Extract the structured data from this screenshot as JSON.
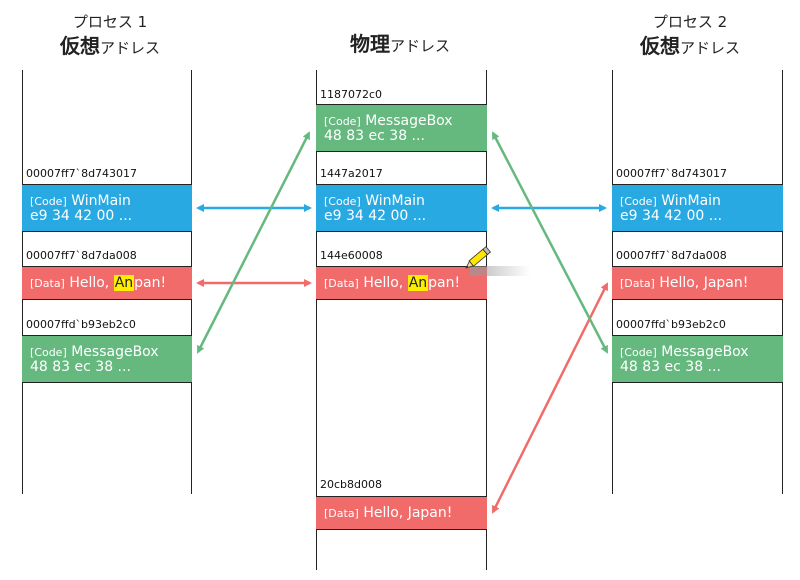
{
  "headers": {
    "left": {
      "line1": "プロセス 1",
      "big": "仮想",
      "small": "アドレス"
    },
    "center": {
      "big": "物理",
      "small": "アドレス"
    },
    "right": {
      "line1": "プロセス 2",
      "big": "仮想",
      "small": "アドレス"
    }
  },
  "left": {
    "addr_winmain": "00007ff7`8d743017",
    "addr_data": "00007ff7`8d7da008",
    "addr_msgbox": "00007ffd`b93eb2c0",
    "winmain": {
      "tag": "[Code]",
      "name": "WinMain",
      "bytes": "e9 34 42 00 ..."
    },
    "data": {
      "tag": "[Data]",
      "pre": "Hello, ",
      "hl": "An",
      "post": "pan!"
    },
    "msgbox": {
      "tag": "[Code]",
      "name": "MessageBox",
      "bytes": "48 83 ec 38 ..."
    }
  },
  "center": {
    "addr_msgbox": "1187072c0",
    "addr_winmain": "1447a2017",
    "addr_data": "144e60008",
    "addr_data2": "20cb8d008",
    "msgbox": {
      "tag": "[Code]",
      "name": "MessageBox",
      "bytes": "48 83 ec 38 ..."
    },
    "winmain": {
      "tag": "[Code]",
      "name": "WinMain",
      "bytes": "e9 34 42 00 ..."
    },
    "data": {
      "tag": "[Data]",
      "pre": "Hello, ",
      "hl": "An",
      "post": "pan!"
    },
    "data2": {
      "tag": "[Data]",
      "text": "Hello, Japan!"
    }
  },
  "right": {
    "addr_winmain": "00007ff7`8d743017",
    "addr_data": "00007ff7`8d7da008",
    "addr_msgbox": "00007ffd`b93eb2c0",
    "winmain": {
      "tag": "[Code]",
      "name": "WinMain",
      "bytes": "e9 34 42 00 ..."
    },
    "data": {
      "tag": "[Data]",
      "text": "Hello, Japan!"
    },
    "msgbox": {
      "tag": "[Code]",
      "name": "MessageBox",
      "bytes": "48 83 ec 38 ..."
    }
  },
  "colors": {
    "code_green": "#65b97f",
    "code_blue": "#29a9e1",
    "data_red": "#f16b6b",
    "highlight": "#ffee00"
  },
  "icons": {
    "edit": "pencil-icon"
  }
}
